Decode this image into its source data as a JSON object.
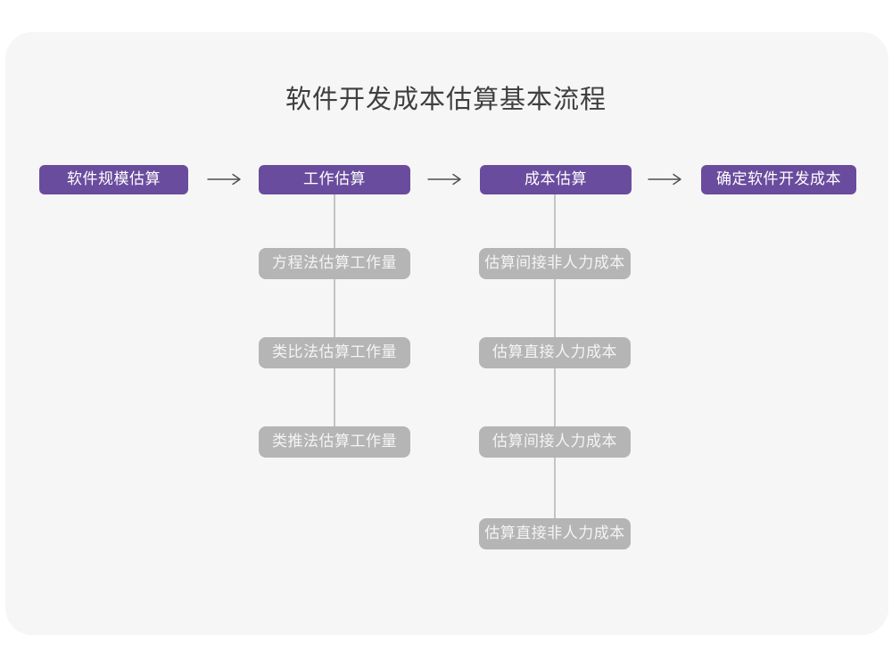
{
  "title": "软件开发成本估算基本流程",
  "colors": {
    "page_bg": "#ffffff",
    "card_bg": "#f6f6f6",
    "main_node_bg": "#6a4c9e",
    "main_node_text": "#ffffff",
    "sub_node_bg": "#b5b5b5",
    "sub_node_text": "#f4f4f4",
    "arrow": "#4f4f4f",
    "connector_line": "#c4c4c4",
    "title_text": "#3f3f3f"
  },
  "main_flow": [
    {
      "label": "软件规模估算"
    },
    {
      "label": "工作估算"
    },
    {
      "label": "成本估算"
    },
    {
      "label": "确定软件开发成本"
    }
  ],
  "work_estimation_methods": [
    {
      "label": "方程法估算工作量"
    },
    {
      "label": "类比法估算工作量"
    },
    {
      "label": "类推法估算工作量"
    }
  ],
  "cost_estimation_items": [
    {
      "label": "估算间接非人力成本"
    },
    {
      "label": "估算直接人力成本"
    },
    {
      "label": "估算间接人力成本"
    },
    {
      "label": "估算直接非人力成本"
    }
  ]
}
